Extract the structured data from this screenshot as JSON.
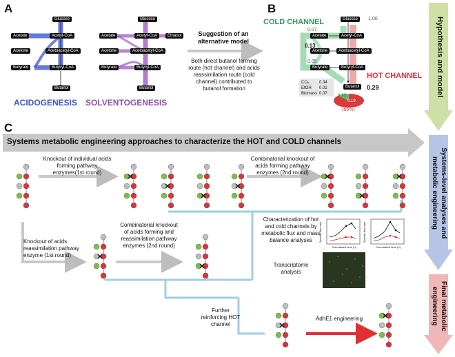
{
  "panels": {
    "a": "A",
    "b": "B",
    "c": "C"
  },
  "nodes": {
    "glucose": "Glucose",
    "acetyl_coa": "Acetyl-CoA",
    "acetate": "Acetate",
    "acetone": "Acetone",
    "acetoacetyl_coa": "Acetoacetyl-CoA",
    "butyrate": "Butyrate",
    "butyryl_coa": "Butyryl-CoA",
    "butanol": "Butanol",
    "ethanol": "Ethanol"
  },
  "labels": {
    "acidogenesis": "ACIDOGENESIS",
    "solventogenesis": "SOLVENTOGENESIS",
    "suggestion": "Suggestion of an alternative model",
    "suggestion_body": "Both direct butanol forming route (hot channel) and acids reassimilation route (cold channel) contributed to butanol formation",
    "cold_channel": "COLD CHANNEL",
    "hot_channel": "HOT CHANNEL"
  },
  "flux_values": {
    "glucose": "1.00",
    "acetate": "0.07",
    "acetone": "0.13",
    "butyrate": "0.05",
    "butanol": "0.29",
    "cold_share": "0.10",
    "hot_share": "0.19",
    "hot_percent": "(66%)",
    "co2_label": "CO₂",
    "co2_value": "0.34",
    "etoh_label": "EtOH",
    "etoh_value": "0.02",
    "biomass_label": "Biomass",
    "biomass_value": "0.07"
  },
  "banner": "Systems metabolic engineering approaches to characterize the HOT and COLD channels",
  "steps": {
    "ko_individual": "Knockout of individual acids forming pathway enzymes(1st round)",
    "ko_combinatorial_2": "Combinatorial knockout of acids forming pathway enzymes (2nd round)",
    "ko_reassim": "Knockout of acids reassimilation pathway enzyme (1st round)",
    "ko_comb_reassim": "Combinatorial knockout of acids forming and reassimilation pathway enzymes (2nd round)",
    "characterization": "Characterization of hot and cold channels by metabolic flux and mass balance analyses",
    "transcriptome": "Transcriptome analysis",
    "reinforcing": "Further reinforcing HOT channel",
    "adhe1": "AdhE1 engineering"
  },
  "side": {
    "hypothesis": "Hypothesis and model",
    "systems": "Systems-level analyses and metabolic engineering",
    "final": "Final metabolic engineering"
  },
  "mini_chart": {
    "xlabel": "Normalized time (h)",
    "ylabel": "Specific flux ratio"
  },
  "colors": {
    "blue": "#3a56c8",
    "purple": "#8b4fb0",
    "green": "#2e9a5a",
    "red": "#d8353a",
    "arrow_grey": "#c8c8c8",
    "line_blue": "#9ecfe2"
  }
}
